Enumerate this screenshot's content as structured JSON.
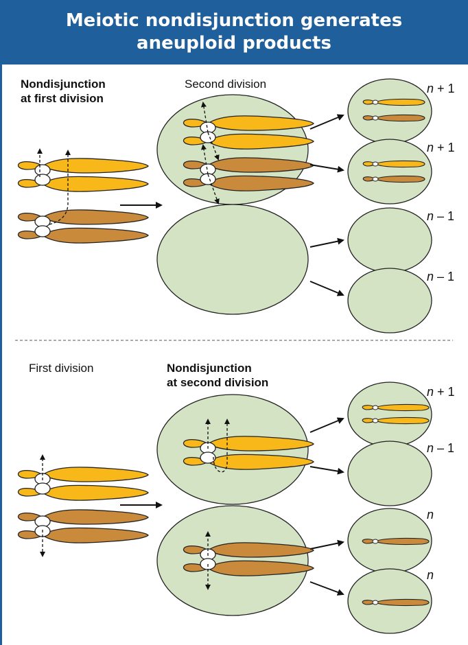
{
  "title": {
    "line1": "Meiotic nondisjunction generates",
    "line2": "aneuploid products"
  },
  "top": {
    "label_bold_line1": "Nondisjunction",
    "label_bold_line2": "at first division",
    "label_second": "Second division",
    "products": [
      {
        "var": "n",
        "rest": " + 1"
      },
      {
        "var": "n",
        "rest": " + 1"
      },
      {
        "var": "n",
        "rest": " – 1"
      },
      {
        "var": "n",
        "rest": " – 1"
      }
    ]
  },
  "bottom": {
    "label_first": "First division",
    "label_bold_line1": "Nondisjunction",
    "label_bold_line2": "at second division",
    "products": [
      {
        "var": "n",
        "rest": " + 1"
      },
      {
        "var": "n",
        "rest": " – 1"
      },
      {
        "var": "n",
        "rest": ""
      },
      {
        "var": "n",
        "rest": ""
      }
    ]
  },
  "colors": {
    "banner": "#1f5f9b",
    "cell_fill": "#d3e3c4",
    "chrom_yellow": "#f9b81a",
    "chrom_brown": "#c98a3c"
  }
}
